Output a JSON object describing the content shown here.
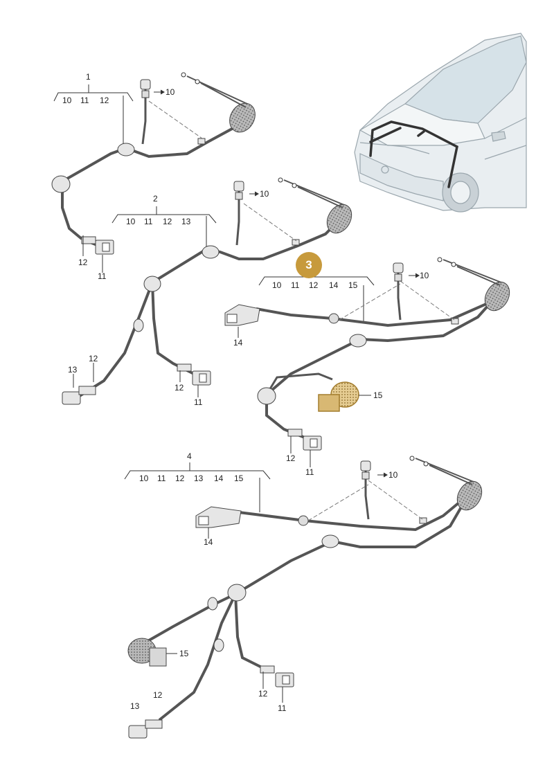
{
  "highlight": {
    "label": "3",
    "color": "#c79a3c"
  },
  "colors": {
    "wire": "#555555",
    "connector_fill": "#e6e6e6",
    "grommet_fill": "#bdbdbd",
    "highlight_part": "#d8b873"
  },
  "groups": [
    {
      "group": "1",
      "parts": [
        "10",
        "11",
        "12"
      ]
    },
    {
      "group": "2",
      "parts": [
        "10",
        "11",
        "12",
        "13"
      ]
    },
    {
      "group": "3",
      "parts": [
        "10",
        "11",
        "12",
        "14",
        "15"
      ]
    },
    {
      "group": "4",
      "parts": [
        "10",
        "11",
        "12",
        "13",
        "14",
        "15"
      ]
    }
  ],
  "callouts": {
    "g1": {
      "p10": "10",
      "p12": "12",
      "p11": "11"
    },
    "g2": {
      "p10": "10",
      "p12a": "12",
      "p13": "13",
      "p12b": "12",
      "p11": "11"
    },
    "g3": {
      "p10": "10",
      "p14": "14",
      "p15": "15",
      "p12": "12",
      "p11": "11"
    },
    "g4": {
      "p10": "10",
      "p14": "14",
      "p15": "15",
      "p12a": "12",
      "p13": "13",
      "p12b": "12",
      "p11": "11"
    }
  },
  "icons": {
    "vehicle": "car-illustration-icon"
  }
}
